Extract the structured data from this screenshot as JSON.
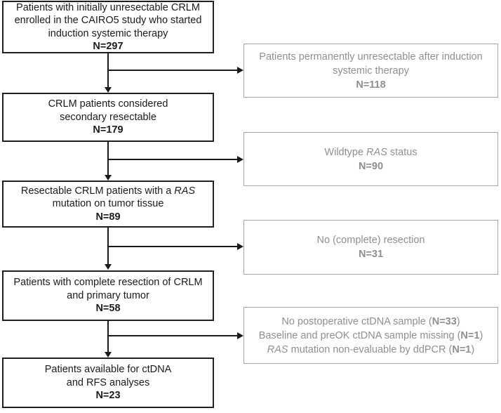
{
  "colors": {
    "background": "#ffffff",
    "dark_border": "#1f1f1f",
    "dark_text": "#1b1b1b",
    "gray_border": "#a6a6a6",
    "gray_text": "#8f8f8f",
    "arrow": "#1a1a1a"
  },
  "left_boxes": [
    {
      "id": "enrolled",
      "n": "N=297",
      "lines": [
        [
          {
            "t": "Patients with initially unresectable CRLM"
          }
        ],
        [
          {
            "t": "enrolled in the CAIRO5 study who started"
          }
        ],
        [
          {
            "t": "induction systemic therapy"
          }
        ],
        [
          {
            "t": "N=297",
            "b": true
          }
        ]
      ]
    },
    {
      "id": "secondary-resectable",
      "n": "N=179",
      "lines": [
        [
          {
            "t": "CRLM patients considered"
          }
        ],
        [
          {
            "t": "secondary resectable"
          }
        ],
        [
          {
            "t": "N=179",
            "b": true
          }
        ]
      ]
    },
    {
      "id": "ras-mutation-tumor-tissue",
      "n": "N=89",
      "lines": [
        [
          {
            "t": "Resectable CRLM patients with a "
          },
          {
            "t": "RAS",
            "i": true
          }
        ],
        [
          {
            "t": "mutation on tumor tissue"
          }
        ],
        [
          {
            "t": "N=89",
            "b": true
          }
        ]
      ]
    },
    {
      "id": "complete-resection",
      "n": "N=58",
      "lines": [
        [
          {
            "t": "Patients with complete resection of CRLM"
          }
        ],
        [
          {
            "t": "and primary tumor"
          }
        ],
        [
          {
            "t": "N=58",
            "b": true
          }
        ]
      ]
    },
    {
      "id": "available-for-analyses",
      "n": "N=23",
      "lines": [
        [
          {
            "t": "Patients available for ctDNA"
          }
        ],
        [
          {
            "t": "and RFS analyses"
          }
        ],
        [
          {
            "t": "N=23",
            "b": true
          }
        ]
      ]
    }
  ],
  "right_boxes": [
    {
      "id": "permanently-unresectable",
      "n": "N=118",
      "lines": [
        [
          {
            "t": "Patients permanently unresectable after induction"
          }
        ],
        [
          {
            "t": "systemic therapy"
          }
        ],
        [
          {
            "t": "N=118",
            "b": true
          }
        ]
      ]
    },
    {
      "id": "wildtype-ras",
      "n": "N=90",
      "lines": [
        [
          {
            "t": "Wildtype "
          },
          {
            "t": "RAS",
            "i": true
          },
          {
            "t": " status"
          }
        ],
        [
          {
            "t": "N=90",
            "b": true
          }
        ]
      ]
    },
    {
      "id": "no-complete-resection",
      "n": "N=31",
      "lines": [
        [
          {
            "t": "No (complete) resection"
          }
        ],
        [
          {
            "t": "N=31",
            "b": true
          }
        ]
      ]
    },
    {
      "id": "excluded-ctdna-samples",
      "lines": [
        [
          {
            "t": "No postoperative ctDNA sample ("
          },
          {
            "t": "N=33",
            "b": true
          },
          {
            "t": ")"
          }
        ],
        [
          {
            "t": "Baseline and preOK ctDNA sample missing ("
          },
          {
            "t": "N=1",
            "b": true
          },
          {
            "t": ")"
          }
        ],
        [
          {
            "t": "RAS",
            "i": true
          },
          {
            "t": " mutation non-evaluable by ddPCR ("
          },
          {
            "t": "N=1",
            "b": true
          },
          {
            "t": ")"
          }
        ]
      ]
    }
  ]
}
